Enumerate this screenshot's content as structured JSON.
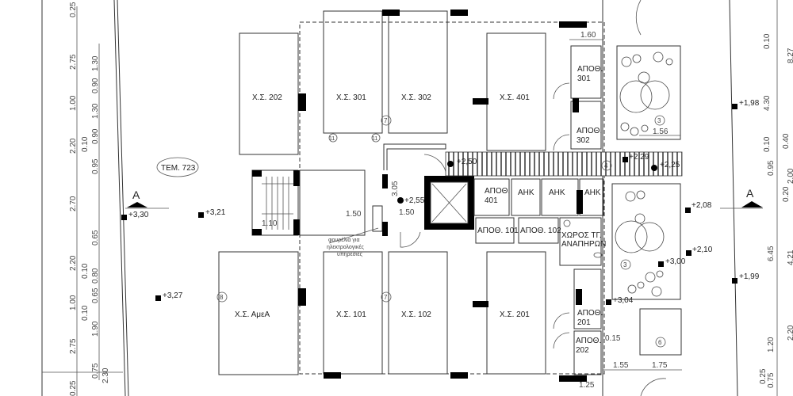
{
  "drawing": {
    "plot_label": "ΤΕΜ. 723",
    "section_marker": "A",
    "parking": [
      "Χ.Σ. 202",
      "Χ.Σ. 301",
      "Χ.Σ. 302",
      "Χ.Σ. 401",
      "Χ.Σ. ΑμεΑ",
      "Χ.Σ. 101",
      "Χ.Σ. 102",
      "Χ.Σ. 201"
    ],
    "rooms": {
      "apoth401_a": "ΑΠΟΘ.",
      "apoth401_b": "401",
      "ahk1": "ΑΗΚ",
      "ahk2": "ΑΗΚ",
      "ahk3": "ΑΗΚ",
      "apoth101": "ΑΠΟΘ. 101",
      "apoth102": "ΑΠΟΘ. 102",
      "wc_a": "ΧΩΡΟΣ ΤΓ.",
      "wc_b": "ΑΝΑΠΗΡΩΝ",
      "apoth301_a": "ΑΠΟΘ.",
      "apoth301_b": "301",
      "apoth302_a": "ΑΠΟΘ.",
      "apoth302_b": "302",
      "apoth201_a": "ΑΠΟΘ.",
      "apoth201_b": "201",
      "apoth202_a": "ΑΠΟΘ.",
      "apoth202_b": "202"
    },
    "note": [
      "φουρέλια για",
      "ηλεκτρολογικές",
      "υπηρεσίες"
    ],
    "markers": [
      "7",
      "11",
      "11",
      "7",
      "8",
      "3",
      "3",
      "4",
      "6"
    ],
    "levels": [
      "+3,30",
      "+3,21",
      "+3,27",
      "+2,50",
      "+2,55",
      "+2,29",
      "+2,25",
      "+1,98",
      "+2,08",
      "+2,10",
      "+3,00",
      "+1,99",
      "+3,04"
    ],
    "dims_left_outer": [
      "0.25",
      "2.75",
      "1.00",
      "2.20",
      "2.70",
      "2.20",
      "1.00",
      "2.75",
      "0.25"
    ],
    "dims_left_inner": [
      "1.30",
      "0.90",
      "1.30",
      "0.90",
      "0.10",
      "0.95",
      "0.65",
      "0.10",
      "0.80",
      "0.65",
      "0.10",
      "1.90",
      "0.75",
      "2.30"
    ],
    "dims_plan": [
      "1.50",
      "1.50",
      "3.05",
      "1.10",
      "1.60",
      "1.56",
      "0.15",
      "1.55",
      "1.75",
      "1.25"
    ],
    "dims_right": [
      "0.10",
      "8.27",
      "4.30",
      "0.10",
      "0.40",
      "0.95",
      "2.00",
      "0.20",
      "6.45",
      "4.21",
      "2.20",
      "1.20",
      "0.25",
      "0.75"
    ]
  }
}
